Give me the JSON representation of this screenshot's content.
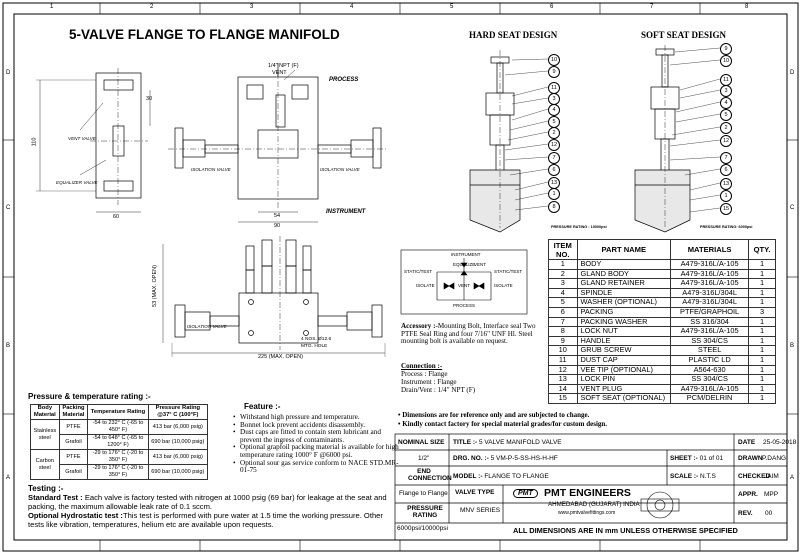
{
  "sheet": {
    "col_labels": [
      "1",
      "2",
      "3",
      "4",
      "5",
      "6",
      "7",
      "8"
    ],
    "row_labels": [
      "D",
      "C",
      "B",
      "A"
    ]
  },
  "title": "5-VALVE FLANGE TO FLANGE MANIFOLD",
  "drawing_labels": {
    "npt_vent": "1/4\" NPT (F)",
    "vent": "VENT",
    "process": "PROCESS",
    "instrument": "INSTRUMENT",
    "vent_valve": "VENT VALVE",
    "equalizer_valve": "EQUALIZER VALVE",
    "isolation_valve": "ISOLATION VALVE",
    "isolation_valve2": "ISOLATION VALVE",
    "isolation_valve3": "ISOLATION VALVE",
    "holes": "4 NOS. Ø12.6",
    "mtg_hole": "MTG. HOLE"
  },
  "dimensions": {
    "d110": "110",
    "d30": "30",
    "d60": "60",
    "d54": "54",
    "d90": "90",
    "d53": "53 (MAX. OPEN)",
    "d225": "225 (MAX. OPEN)"
  },
  "seat": {
    "hard_title": "HARD SEAT DESIGN",
    "soft_title": "SOFT SEAT DESIGN",
    "pressure_hard": "PRESSURE RATING : 10000psi",
    "pressure_soft": "PRESSURE RATING: 6000psi",
    "hard_balloons": [
      "10",
      "9",
      "11",
      "3",
      "4",
      "5",
      "2",
      "12",
      "7",
      "6",
      "13",
      "1",
      "8"
    ],
    "soft_balloons": [
      "9",
      "10",
      "11",
      "3",
      "4",
      "5",
      "2",
      "12",
      "7",
      "6",
      "13",
      "1",
      "15"
    ]
  },
  "schematic": {
    "instrument": "INSTRUMENT",
    "equalize": "EQUALIZE",
    "vent": "VENT",
    "static_test_l": "STATIC/TEST",
    "static_test_r": "STATIC/TEST",
    "isolate_l": "ISOLATE",
    "isolate_r": "ISOLATE",
    "vent2": "VENT",
    "process": "PROCESS"
  },
  "parts": {
    "headers": [
      "ITEM NO.",
      "PART NAME",
      "MATERIALS",
      "QTY."
    ],
    "rows": [
      [
        "1",
        "BODY",
        "A479-316L/A-105",
        "1"
      ],
      [
        "2",
        "GLAND BODY",
        "A479-316L/A-105",
        "1"
      ],
      [
        "3",
        "GLAND RETAINER",
        "A479-316L/A-105",
        "1"
      ],
      [
        "4",
        "SPINDLE",
        "A479-316L/304L",
        "1"
      ],
      [
        "5",
        "WASHER (OPTIONAL)",
        "A479-316L/304L",
        "1"
      ],
      [
        "6",
        "PACKING",
        "PTFE/GRAPHOIL",
        "3"
      ],
      [
        "7",
        "PACKING WASHER",
        "SS 316/304",
        "1"
      ],
      [
        "8",
        "LOCK NUT",
        "A479-316L/A-105",
        "1"
      ],
      [
        "9",
        "HANDLE",
        "SS 304/CS",
        "1"
      ],
      [
        "10",
        "GRUB SCREW",
        "STEEL",
        "1"
      ],
      [
        "11",
        "DUST CAP",
        "PLASTIC LD",
        "1"
      ],
      [
        "12",
        "VEE TIP (OPTIONAL)",
        "A564-630",
        "1"
      ],
      [
        "13",
        "LOCK PIN",
        "SS 304/CS",
        "1"
      ],
      [
        "14",
        "VENT PLUG",
        "A479-316L/A-105",
        "1"
      ],
      [
        "15",
        "SOFT SEAT (OPTIONAL)",
        "PCM/DELRIN",
        "1"
      ]
    ]
  },
  "accessory": {
    "head": "Accessory :-",
    "text": "Mounting Bolt, Interface seal Two PTFE Seal Ring and four 7/16\" UNF Hl. Steel mounting bolt is available on request."
  },
  "connection": {
    "head": "Connection :-",
    "lines": [
      "Process : Flange",
      "Instrument : Flange",
      "Drain/Vent : 1/4\" NPT (F)"
    ]
  },
  "notes": [
    "Dimensions are for reference only and are subjected to change.",
    "Kindly contact factory for special material grades/for custom design."
  ],
  "pressure": {
    "title": "Pressure & temperature rating :-",
    "headers": [
      "Body Material",
      "Packing Material",
      "Temperature Rating",
      "Pressure Rating @37° C (100°F)"
    ],
    "rows": [
      [
        "Stainless steel",
        "PTFE",
        "-54 to 232° C (-65 to 450° F)",
        "413 bar (6,000 psig)"
      ],
      [
        "",
        "Grafoil",
        "-54 to 648° C (-65 to 1200° F)",
        "690 bar (10,000 psig)"
      ],
      [
        "Carbon steel",
        "PTFE",
        "-29 to 176° C (-20 to 350° F)",
        "413 bar (6,000 psig)"
      ],
      [
        "",
        "Grafoil",
        "-29 to 176° C (-20 to 350° F)",
        "690 bar (10,000 psig)"
      ]
    ]
  },
  "features": {
    "title": "Feature :-",
    "items": [
      "Withstand high pressure and temperature.",
      "Bonnet lock prevent accidents disassembly.",
      "Dust caps are fitted to contain stem lubricant and prevent the ingress of contaminants.",
      "Optional grapfoil packing material is available for high temperature rating 1000° F @6000 psi.",
      "Optional sour gas service conform to NACE STD.MR-01-75"
    ]
  },
  "testing": {
    "title": "Testing :-",
    "standard_head": "Standard Test :",
    "standard_text": " Each valve is factory tested with nitrogen at 1000 psig (69 bar) for leakage at the seat and packing, the maximum allowable leak rate of 0.1 sccm.",
    "hydro_head": "Optional Hydrostatic test :",
    "hydro_text": "This test is performed with pure water at 1.5 time the working pressure. Other tests like vibration, temperatures, helium etc are available upon requests."
  },
  "title_block": {
    "nominal_size_label": "NOMINAL SIZE",
    "nominal_size": "1/2\"",
    "title_label": "TITLE :-",
    "title_value": "5 VALVE MANIFOLD VALVE",
    "date_label": "DATE",
    "date_value": "25-05-2018",
    "drg_label": "DRG. NO. :-",
    "drg_value": "5 VM-P-5-SS-HS-H-HF",
    "sheet_label": "SHEET :-",
    "sheet_value": "01 of 01",
    "drawn_label": "DRAWN",
    "drawn_value": "P.DANGI",
    "end_conn_label": "END CONNECTION",
    "end_conn_value": "Flange to Flange",
    "model_label": "MODEL :-",
    "model_value": "FLANGE TO FLANGE",
    "scale_label": "SCALE :-",
    "scale_value": "N.T.S",
    "checked_label": "CHECKED",
    "checked_value": "JAIM",
    "valve_type_label": "VALVE TYPE",
    "valve_type_value": "MNV SERIES",
    "company": "PMT ENGINEERS",
    "logo_text": "PMT",
    "city": "AHMEDABAD (GUJARAT) INDIA",
    "web": "www.pmtvalvefittings.com",
    "appr_label": "APPR.",
    "appr_value": "MPP",
    "pressure_label": "PRESSURE RATING",
    "pressure_value": "6000psi/10000psi",
    "rev_label": "REV.",
    "rev_value": "00",
    "footer": "ALL DIMENSIONS ARE IN mm UNLESS OTHERWISE SPECIFIED"
  }
}
